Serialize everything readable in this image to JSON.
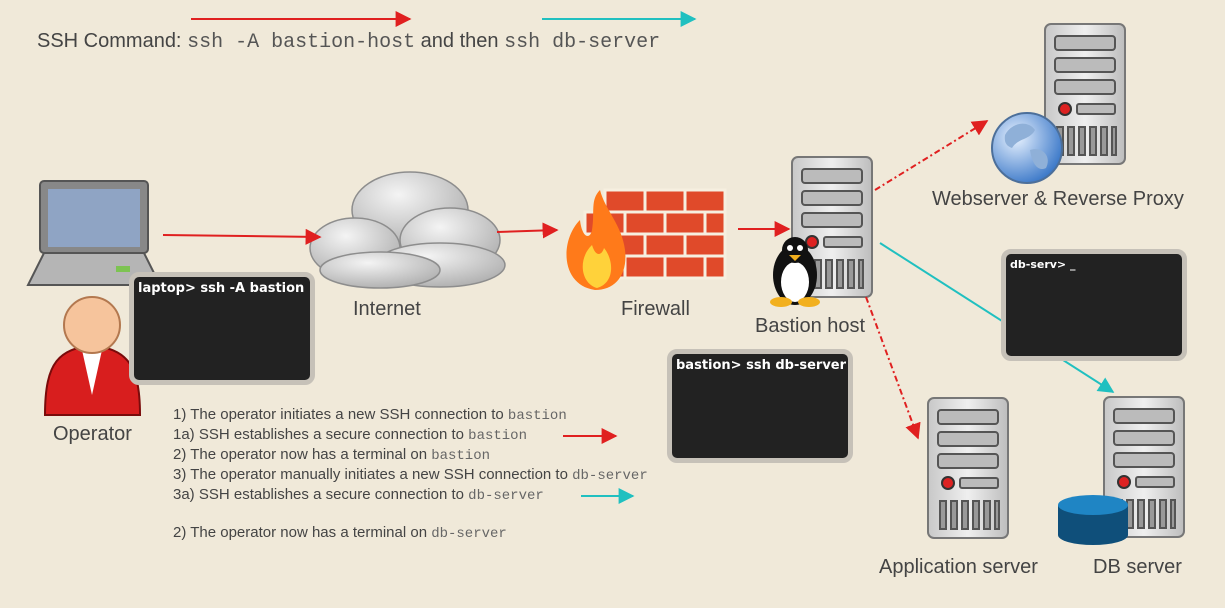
{
  "command": {
    "prefix": "SSH Command:",
    "cmd1": "ssh -A bastion-host",
    "joiner": "and then",
    "cmd2": "ssh db-server"
  },
  "nodes": {
    "operator": "Operator",
    "internet": "Internet",
    "firewall": "Firewall",
    "bastion": "Bastion host",
    "webserver": "Webserver & Reverse Proxy",
    "app_server": "Application server",
    "db_server": "DB server"
  },
  "terminals": {
    "laptop": "laptop> ssh -A bastion",
    "bastion": "bastion> ssh db-server",
    "db": "db-serv> _"
  },
  "steps": [
    {
      "text": "1) The operator initiates a new SSH connection to ",
      "code": "bastion"
    },
    {
      "text": "1a) SSH establishes a secure connection to ",
      "code": "bastion"
    },
    {
      "text": "2) The operator now has a terminal on ",
      "code": "bastion"
    },
    {
      "text": "3) The operator manually initiates a new SSH connection to ",
      "code": "db-server"
    },
    {
      "text": "3a) SSH establishes a secure connection to ",
      "code": "db-server"
    },
    {
      "text": "2) The operator now has a terminal on ",
      "code": "db-server"
    }
  ],
  "colors": {
    "first_hop": "#e02020",
    "second_hop": "#20c0c0",
    "background": "#f0e9d9"
  }
}
